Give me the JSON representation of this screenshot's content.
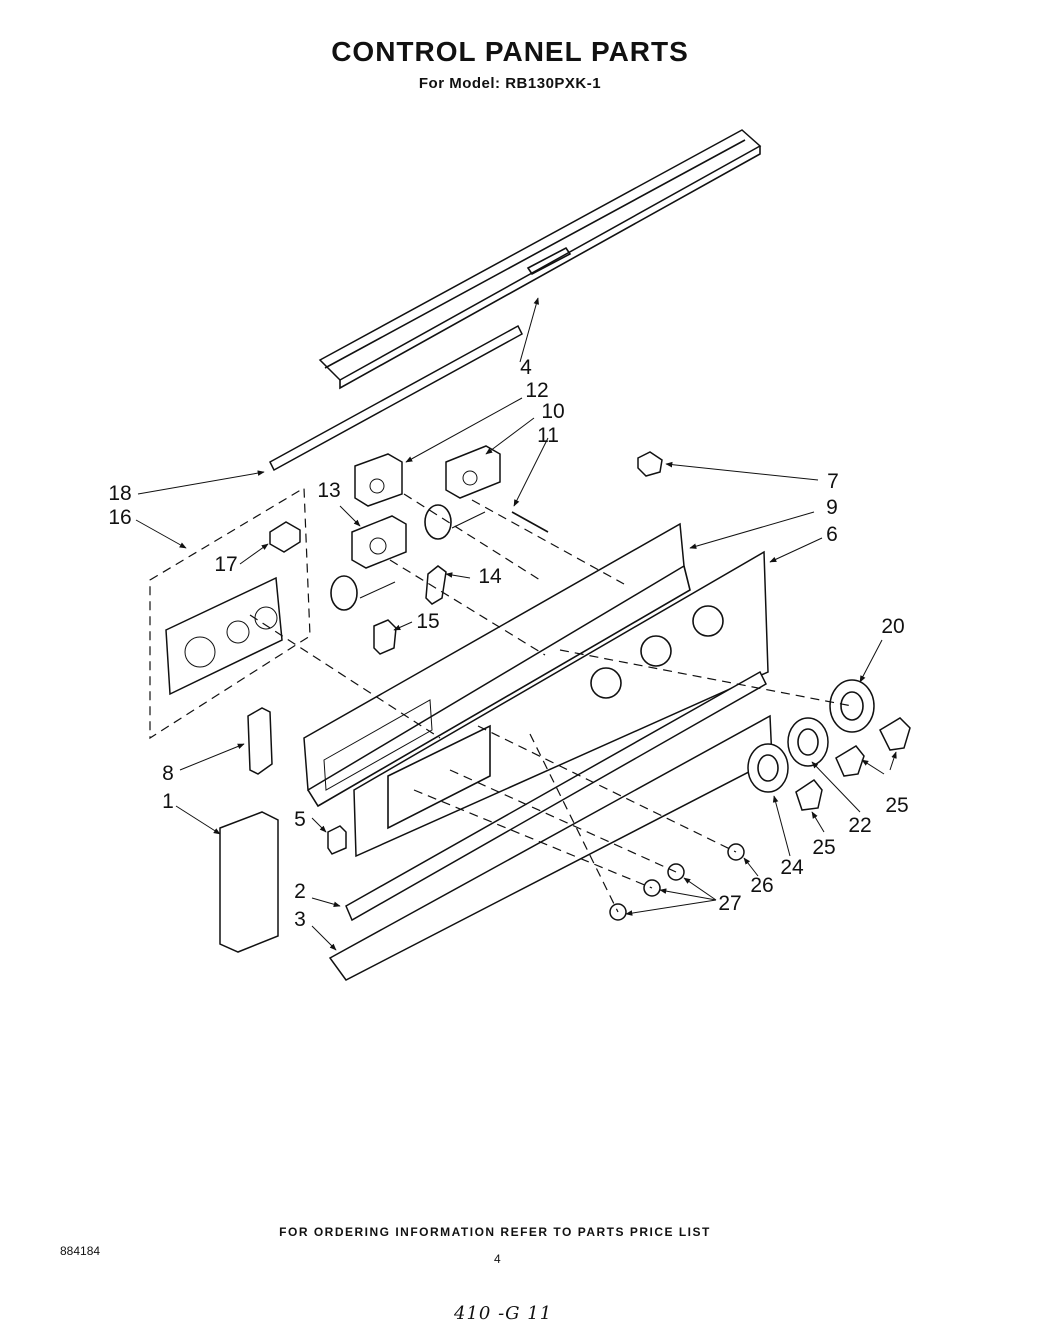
{
  "header": {
    "title": "CONTROL PANEL PARTS",
    "model": "For Model: RB130PXK-1"
  },
  "callouts": [
    "1",
    "2",
    "3",
    "4",
    "5",
    "6",
    "7",
    "8",
    "9",
    "10",
    "11",
    "12",
    "13",
    "14",
    "15",
    "16",
    "17",
    "18",
    "20",
    "22",
    "24",
    "25",
    "25",
    "26",
    "27"
  ],
  "footer": {
    "ordering_note": "FOR ORDERING INFORMATION REFER TO PARTS PRICE LIST",
    "document_number": "884184",
    "page_number": "4",
    "handwritten_note": "410 -G 11"
  }
}
